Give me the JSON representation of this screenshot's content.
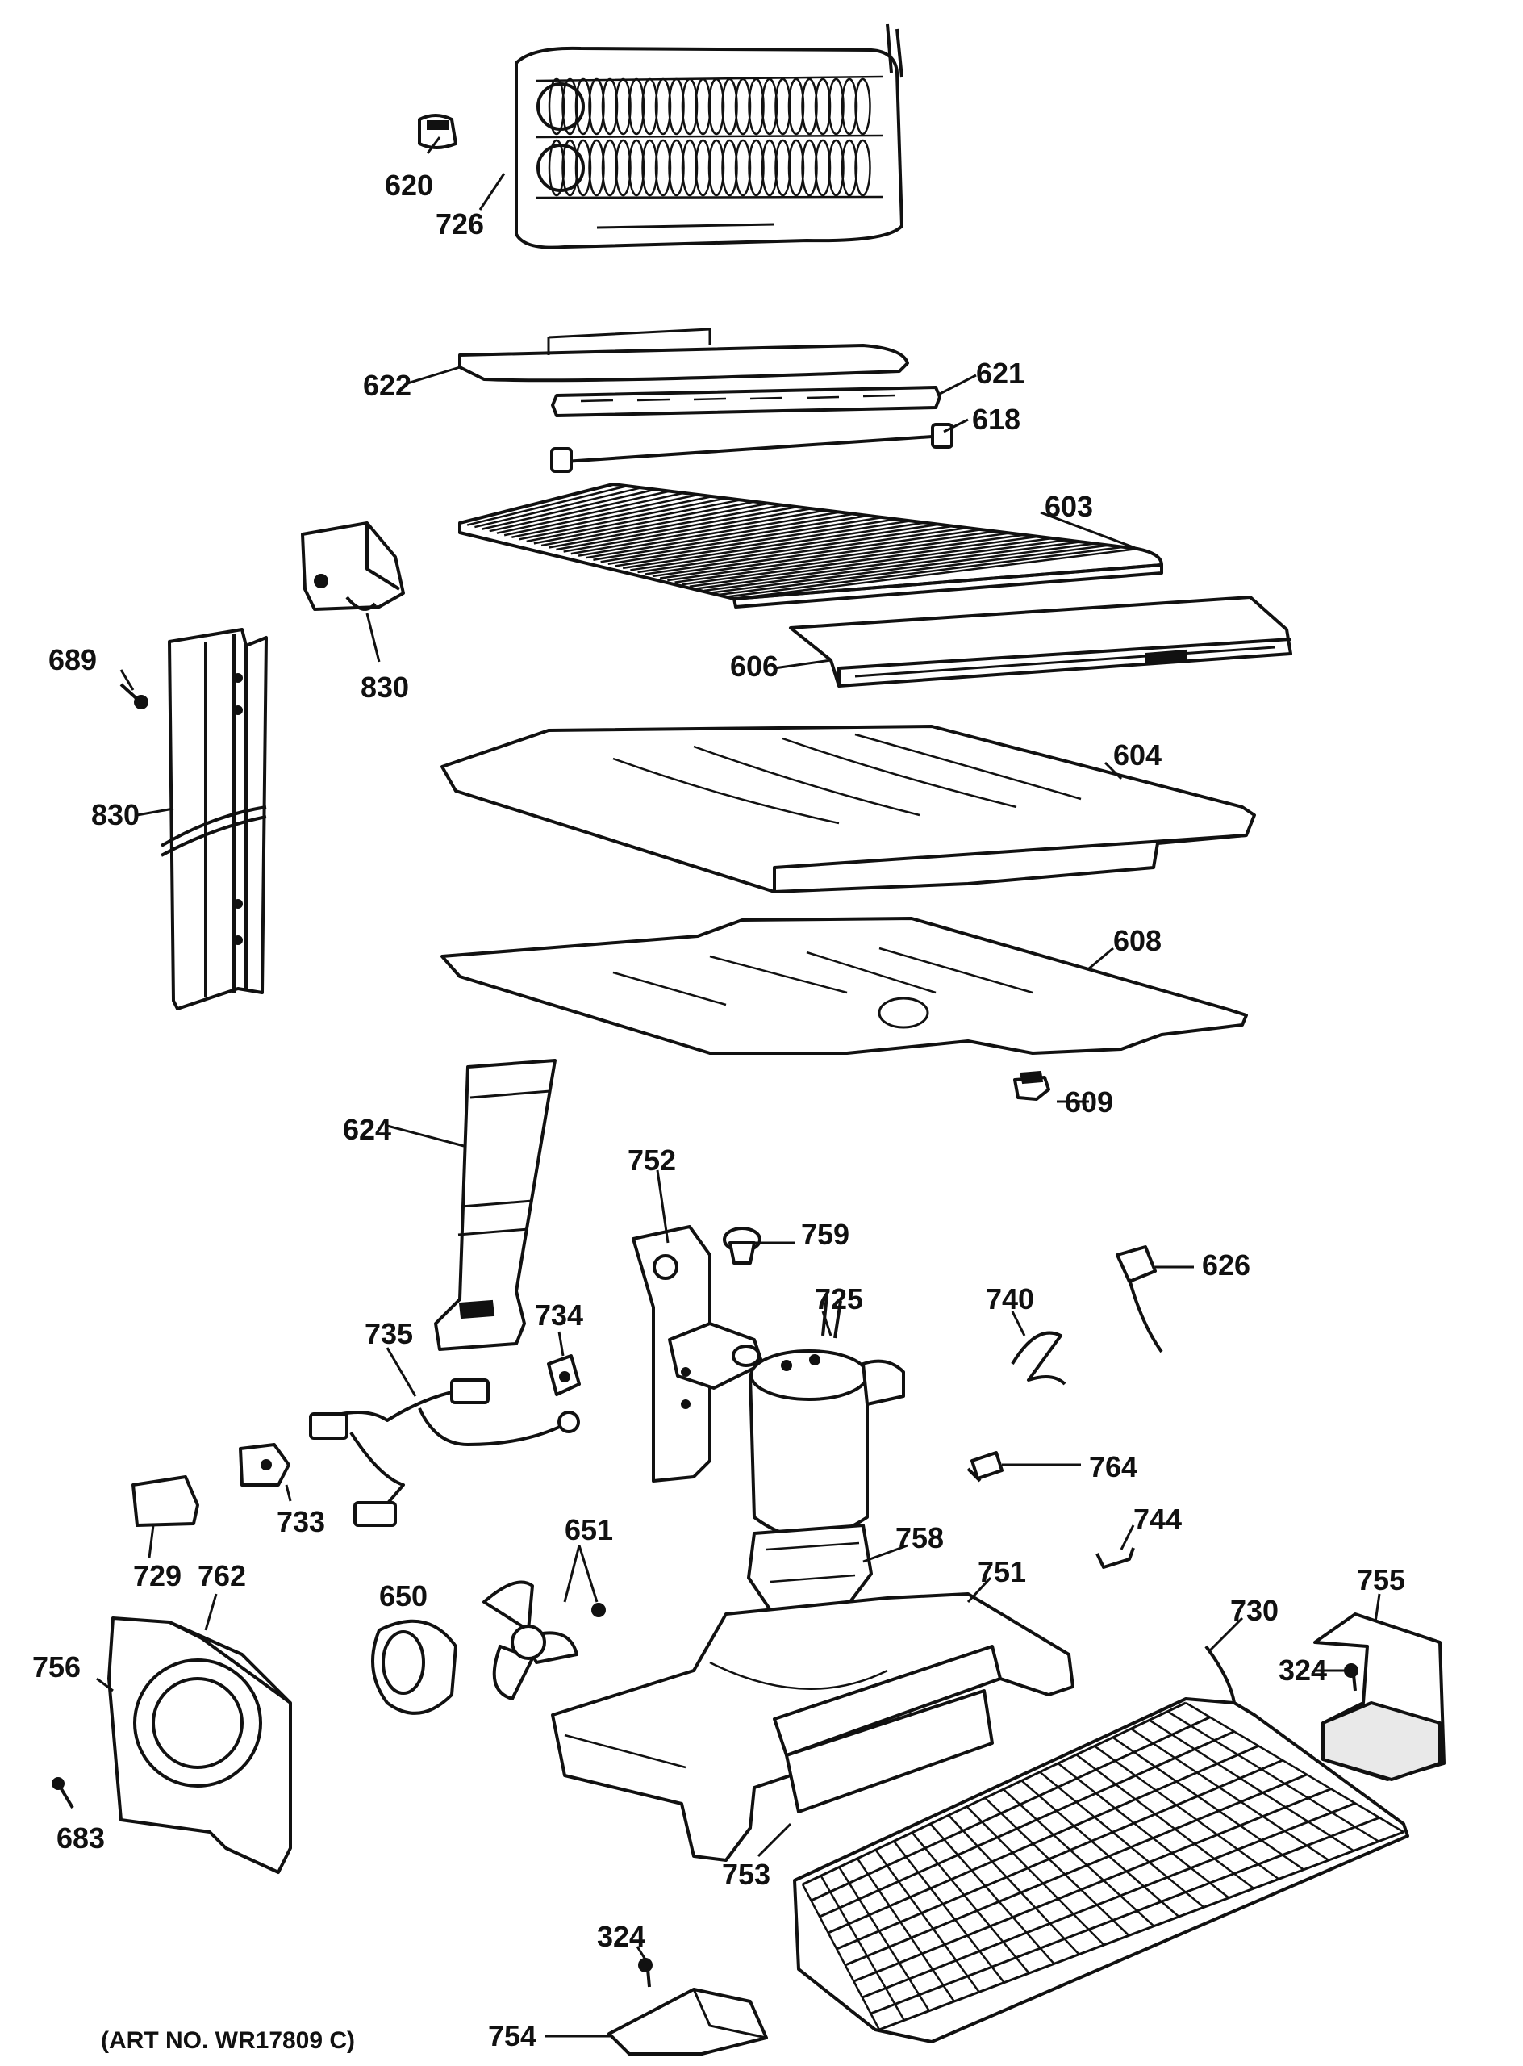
{
  "labels": {
    "p620": "620",
    "p726": "726",
    "p622": "622",
    "p621": "621",
    "p618": "618",
    "p603": "603",
    "p830a": "830",
    "p606": "606",
    "p689": "689",
    "p830b": "830",
    "p604": "604",
    "p608": "608",
    "p609": "609",
    "p624": "624",
    "p752": "752",
    "p759": "759",
    "p626": "626",
    "p725": "725",
    "p740": "740",
    "p734": "734",
    "p735": "735",
    "p764": "764",
    "p733": "733",
    "p651": "651",
    "p758": "758",
    "p744": "744",
    "p729": "729",
    "p762": "762",
    "p650": "650",
    "p751": "751",
    "p755": "755",
    "p730": "730",
    "p756": "756",
    "p324a": "324",
    "p683": "683",
    "p753": "753",
    "p324b": "324",
    "p754": "754"
  },
  "art_number": "(ART NO. WR17809 C)"
}
